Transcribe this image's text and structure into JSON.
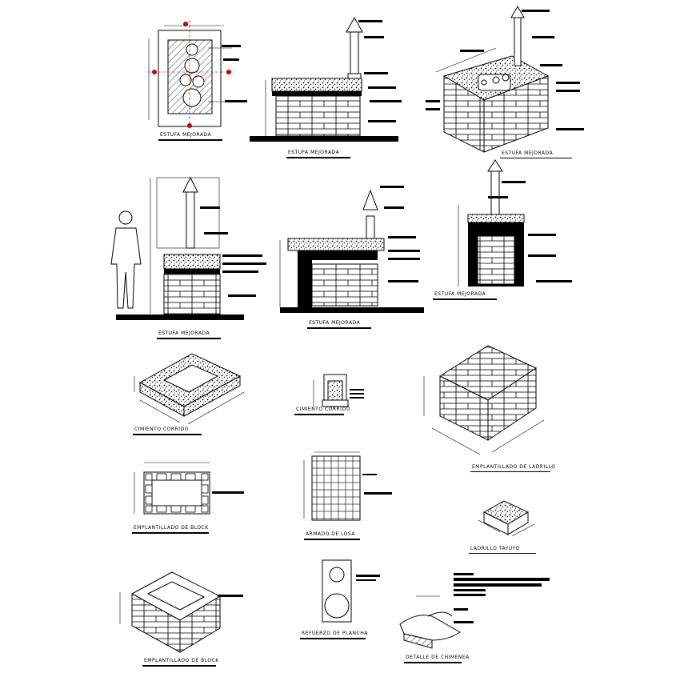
{
  "drawing": {
    "labels": {
      "estufa_1": "ESTUFA MEJORADA",
      "estufa_2": "ESTUFA MEJORADA",
      "estufa_3": "ESTUFA MEJORADA",
      "estufa_4": "ESTUFA MEJORADA",
      "estufa_5": "ESTUFA MEJORADA",
      "estufa_6": "ESTUFA MEJORADA",
      "cimiento_1": "CIMIENTO CORRIDO",
      "cimiento_2": "CIMIENTO CORRIDO",
      "emplantillado_ladrillo": "EMPLANTILLADO DE LADRILLO",
      "emplantillado_block_1": "EMPLANTILLADO DE BLOCK",
      "armado_losa": "ARMADO DE LOSA",
      "ladrillo_tayuyo": "LADRILLO TAYUYO",
      "emplantillado_block_2": "EMPLANTILLADO DE BLOCK",
      "refuerzo_plancha": "REFUERZO DE PLANCHA",
      "detalle_chimenea": "DETALLE DE CHIMENEA"
    }
  }
}
